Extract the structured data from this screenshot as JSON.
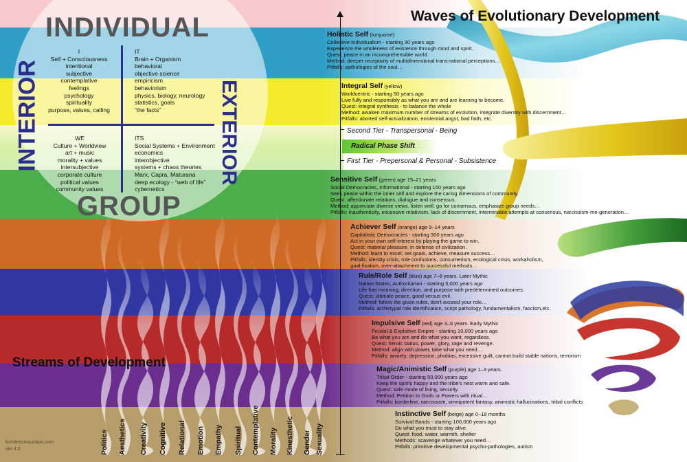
{
  "title": "Waves of Evolutionary Development",
  "quadrants": {
    "upper_heading": "INDIVIDUAL",
    "lower_heading": "GROUP",
    "left_heading": "INTERIOR",
    "right_heading": "EXTERIOR",
    "I": [
      "I",
      "Self + Consciousness",
      "intentional",
      "subjective",
      "contemplative",
      "feelings",
      "psychology",
      "spirituality",
      "purpose, values, calling"
    ],
    "IT": [
      "IT",
      "Brain + Organism",
      "behavioral",
      "objective science",
      "empiricism",
      "behaviorism",
      "physics, biology, neurology",
      "statistics, goals",
      "“the facts”"
    ],
    "WE": [
      "WE",
      "Culture + Worldview",
      "art + music",
      "morality + values",
      "intersubjective",
      "corporate culture",
      "political values",
      "community values"
    ],
    "ITS": [
      "ITS",
      "Social Systems + Environment",
      "economics",
      "interobjective",
      "systems + chaos theories",
      "Marx, Capra, Maturana",
      "deep ecology - “web of life”",
      "cybernetics"
    ]
  },
  "tiers": {
    "second": "Second Tier - Transpersonal - Being",
    "shift": "Radical Phase Shift",
    "first": "First Tier - Prepersonal & Personal - Subsistence"
  },
  "levels": [
    {
      "title": "Holistic Self",
      "color_label": "(turquoise)",
      "lines": [
        "Collective Individualism - starting 30 years ago",
        "Experience the wholeness of existence through mind and spirit.",
        "Quest: peace in an incomprehensible world.",
        "Method: deeper receptivity of multidimensional trans-rational perceptions…",
        "Pitfalls: pathologies of the soul…"
      ]
    },
    {
      "title": "Integral Self",
      "color_label": "(yellow)",
      "lines": [
        "Worldcentric - starting 50 years ago",
        "Live fully and responsibly as what you are and are learning to become.",
        "Quest: integral synthesis - to balance the whole",
        "Method: awaken maximum number of streams of evolution, integrate diversity with discernment…",
        "Pitfalls: aborted self-actualization, existential angst, bad faith, etc."
      ]
    },
    {
      "title": "Sensitive Self",
      "color_label": "(green) age 15–21 years",
      "lines": [
        "Social Democracies, informational - starting 150 years ago",
        "Seek peace within the inner self and explore the caring dimensions of community.",
        "Quest: affectionate relations, dialogue and consensus.",
        "Method: appreciate diverse views, listen well, go for consensus, emphasize group needs…",
        "Pitfalls: inauthenticity, excessive relativism, lack of discernment, interminable attempts at consensus, narcissism-me-generation…"
      ]
    },
    {
      "title": "Achiever Self",
      "color_label": "(orange) age 9–14 years",
      "lines": [
        "Capitalistic Democracies - starting 300 years ago",
        "Act in your own self-interest by playing the game to win.",
        "Quest: material pleasure, in defense of civilization.",
        "Method: learn to excel, set goals, achieve, measure success…",
        "Pitfalls: identity crisis, role confusions, consumerism, ecological crisis, workaholism,",
        "goal-fixation, over-attachment to successful methods…"
      ]
    },
    {
      "title": "Rule/Role Self",
      "color_label": "(blue) age 7–8 years. Later Mythic",
      "lines": [
        "Nation States, Authoritarian - starting 5,000 years ago",
        "Life has meaning, direction, and purpose with predetermined outcomes.",
        "Quest: ultimate peace, good versus evil.",
        "Method: follow the given rules, don't exceed your role…",
        "Pitfalls: archetypal role identification, script pathology, fundamentalism, fascism,etc."
      ]
    },
    {
      "title": "Impulsive Self",
      "color_label": "(red) age 3–6 years. Early Mythic",
      "lines": [
        "Feudal & Exploitive Empire - starting 10,000 years ago",
        "Be what you are and do what you want, regardless.",
        "Quest: heroic status, power, glory, rage and revenge.",
        "Method: align with power, take what you need…",
        "Pitfalls: anxiety, depression, phobias, excessive guilt, cannot build stable nations, terrorism"
      ]
    },
    {
      "title": "Magic/Animistic Self",
      "color_label": "(purple) age 1–3 years.",
      "lines": [
        "Tribal Order - starting 50,000 years ago",
        "Keep the spirits happy and the tribe's nest warm and safe.",
        "Quest: safe mode of living, security.",
        "Method: Petition to Gods or Powers with ritual…",
        "Pitfalls: borderline, narcissism, omnipotent fantasy, animistic hallucinations, tribal conflicts"
      ]
    },
    {
      "title": "Instinctive Self",
      "color_label": "(beige) age 0–18 months",
      "lines": [
        "Survival Bands - starting 100,000 years ago",
        "Do what you must to stay alive.",
        "Quest: food, water, warmth, shelter",
        "Methods: scavenge whatever you need…",
        "Pitfalls: primitive developmental psycho-pathologies, autism"
      ]
    }
  ],
  "streams": {
    "heading": "Streams of Development",
    "items": [
      "Politics",
      "Aesthetics",
      "Creativity",
      "Cognitive",
      "Relational",
      "Emotion",
      "Empathy",
      "Spiritual",
      "Contemplative",
      "Morality",
      "Kinesthetic",
      "Gender",
      "Sexuality"
    ]
  },
  "credit": [
    "formlessmountain.com",
    "ver 4.0"
  ],
  "colors": {
    "turquoise": "#2f9fc8",
    "yellow": "#f4ec2a",
    "green": "#4cae4a",
    "orange": "#cf6a26",
    "blue": "#3137a2",
    "red": "#b72a2a",
    "purple": "#6b2e8e",
    "beige": "#b79d6a"
  }
}
